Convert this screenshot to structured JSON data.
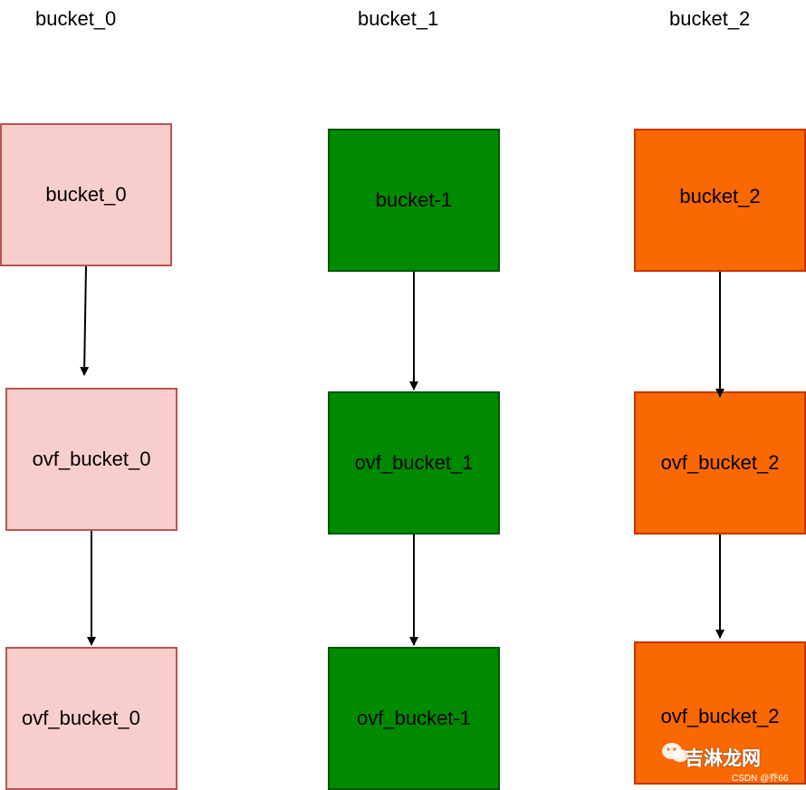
{
  "headers": [
    "bucket_0",
    "bucket_1",
    "bucket_2"
  ],
  "columns": [
    {
      "boxes": [
        "bucket_0",
        "ovf_bucket_0",
        "ovf_bucket_0"
      ],
      "fill": "#f8cecc",
      "stroke": "#b85450"
    },
    {
      "boxes": [
        "bucket-1",
        "ovf_bucket_1",
        "ovf_bucket-1"
      ],
      "fill": "#008a00",
      "stroke": "#005700"
    },
    {
      "boxes": [
        "bucket_2",
        "ovf_bucket_2",
        "ovf_bucket_2"
      ],
      "fill": "#fa6800",
      "stroke": "#c73500"
    }
  ],
  "watermark": {
    "text": "吉淋龙网",
    "sub": "CSDN @乔66",
    "icon": "wechat-icon"
  }
}
